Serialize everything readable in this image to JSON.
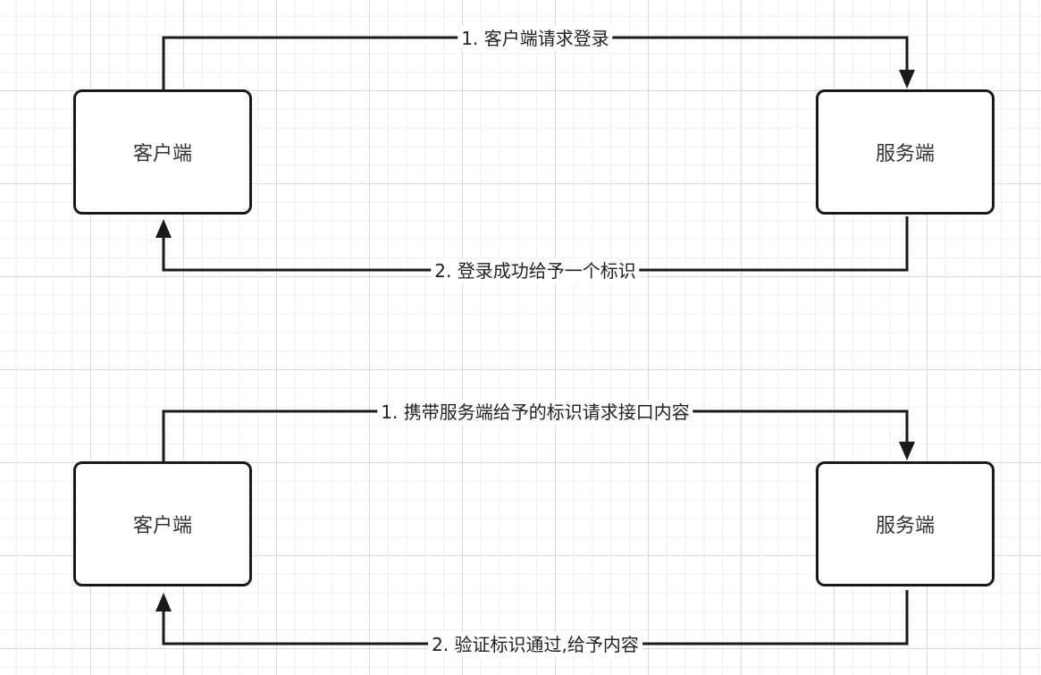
{
  "diagram_top": {
    "client_label": "客户端",
    "server_label": "服务端",
    "request_label": "1. 客户端请求登录",
    "response_label": "2. 登录成功给予一个标识"
  },
  "diagram_bottom": {
    "client_label": "客户端",
    "server_label": "服务端",
    "request_label": "1. 携带服务端给予的标识请求接口内容",
    "response_label": "2. 验证标识通过,给予内容"
  },
  "colors": {
    "stroke": "#1a1a1a",
    "grid": "#dcdcdc",
    "background": "#ffffff"
  }
}
